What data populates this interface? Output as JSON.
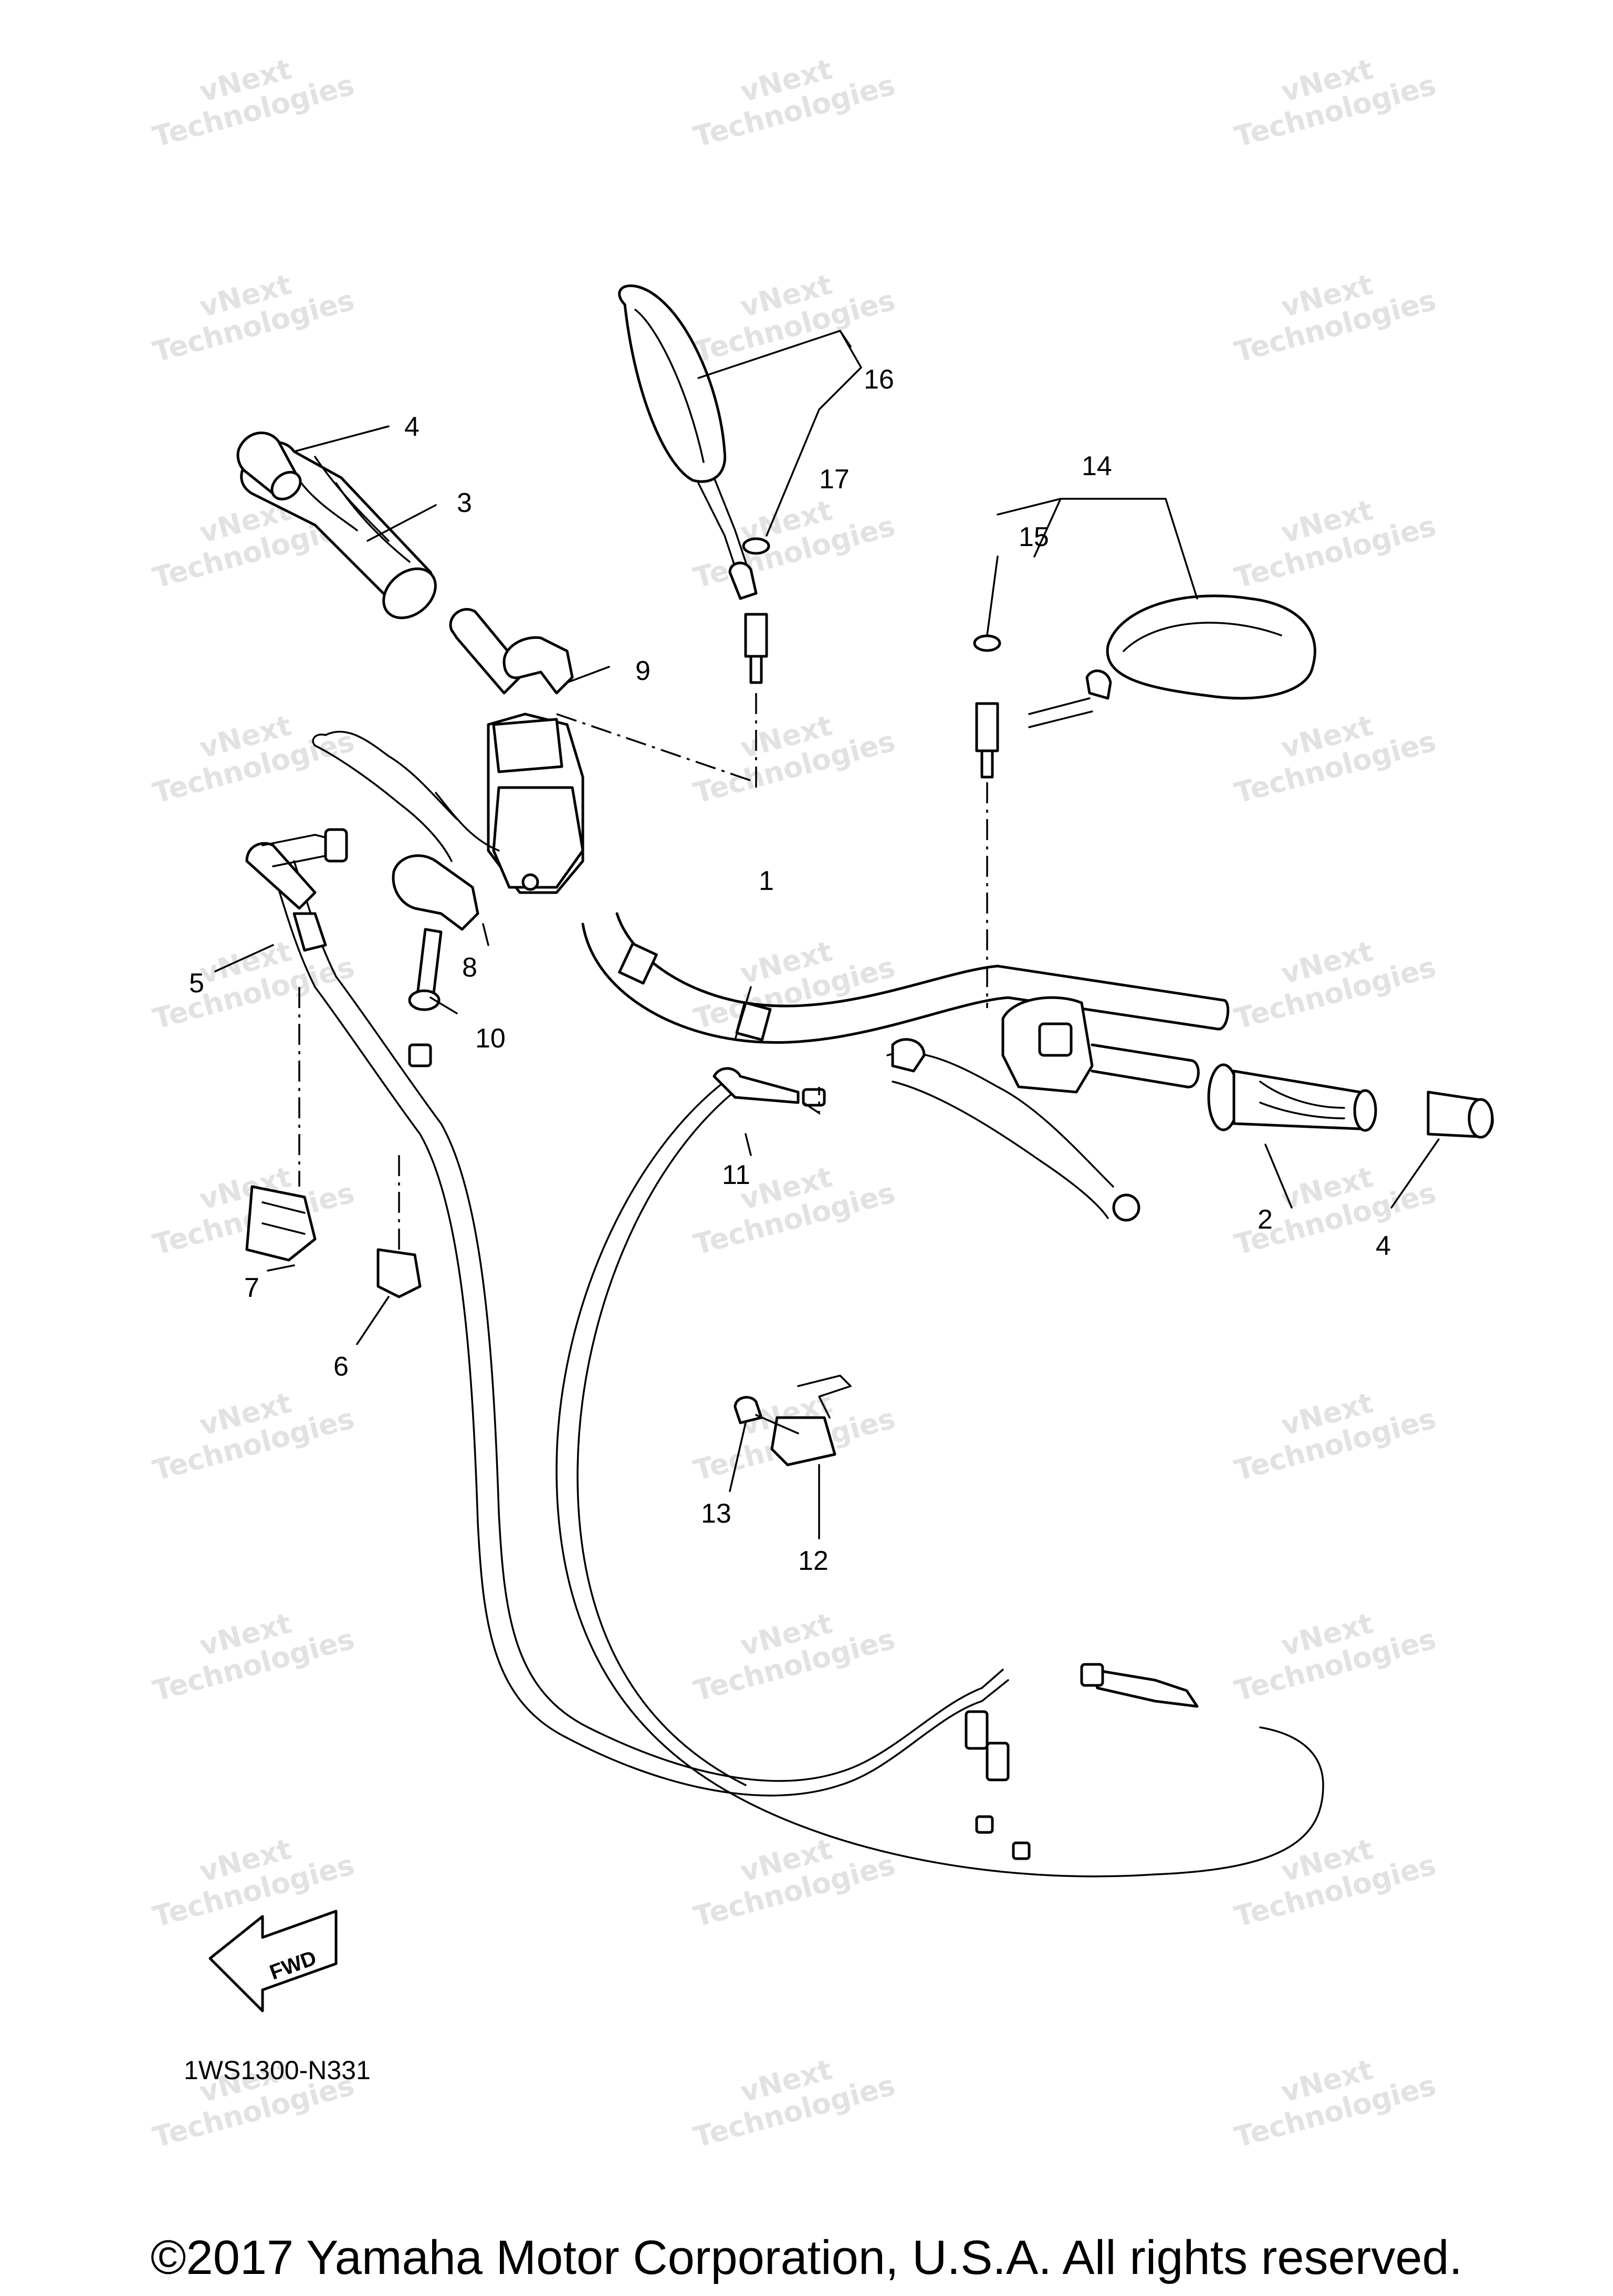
{
  "diagram": {
    "callouts": [
      {
        "id": "1",
        "label": "1"
      },
      {
        "id": "2",
        "label": "2"
      },
      {
        "id": "3",
        "label": "3"
      },
      {
        "id": "4a",
        "label": "4"
      },
      {
        "id": "4b",
        "label": "4"
      },
      {
        "id": "5",
        "label": "5"
      },
      {
        "id": "6",
        "label": "6"
      },
      {
        "id": "7",
        "label": "7"
      },
      {
        "id": "8",
        "label": "8"
      },
      {
        "id": "9",
        "label": "9"
      },
      {
        "id": "10",
        "label": "10"
      },
      {
        "id": "11",
        "label": "11"
      },
      {
        "id": "12",
        "label": "12"
      },
      {
        "id": "13",
        "label": "13"
      },
      {
        "id": "14",
        "label": "14"
      },
      {
        "id": "15",
        "label": "15"
      },
      {
        "id": "16",
        "label": "16"
      },
      {
        "id": "17",
        "label": "17"
      }
    ],
    "diagram_code": "1WS1300-N331",
    "fwd_label": "FWD",
    "watermark": {
      "line1": "vNext",
      "line2": "Technologies"
    },
    "copyright": "©2017 Yamaha Motor Corporation, U.S.A. All rights reserved."
  }
}
